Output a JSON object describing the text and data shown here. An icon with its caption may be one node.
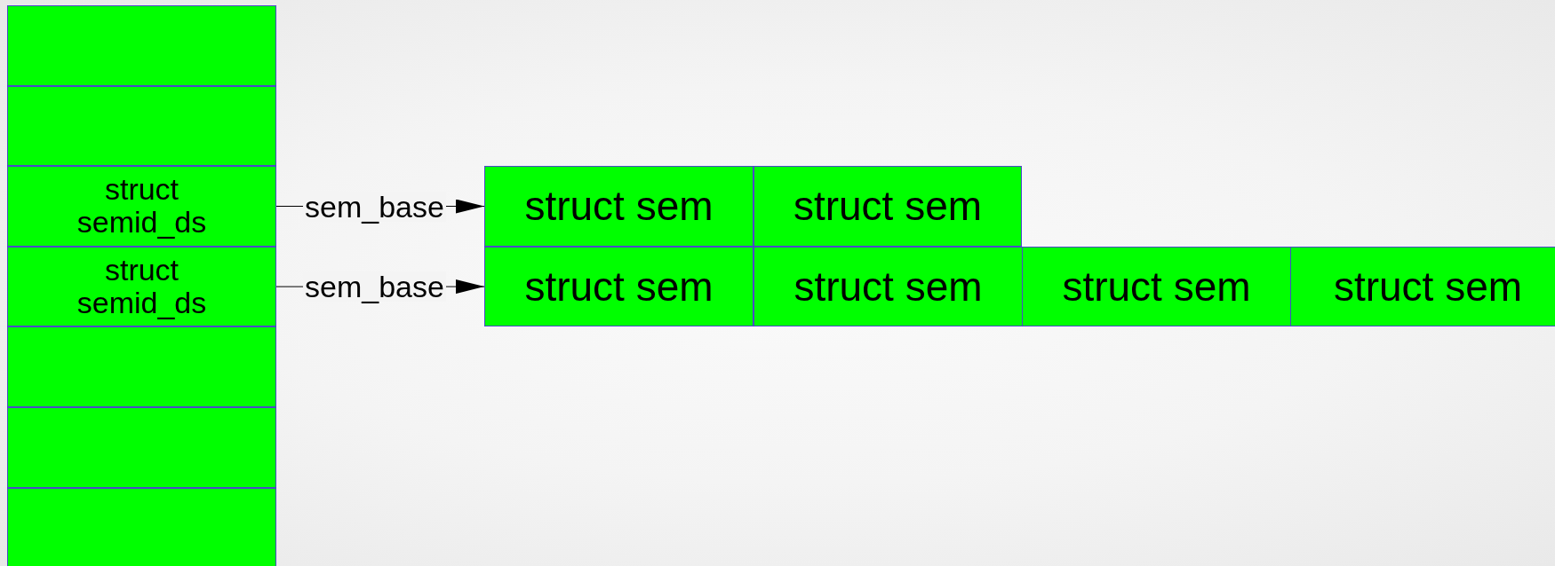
{
  "diagram": {
    "nodes": [
      {
        "text": [],
        "shape": "box"
      },
      {
        "text": [],
        "shape": "box"
      },
      {
        "text": [
          "struct semid_ds"
        ]
      },
      {
        "text": [
          "struct semid_ds"
        ]
      },
      {
        "text": [],
        "shape": "box"
      },
      {
        "text": [],
        "shape": "box"
      },
      {
        "text": [],
        "shape": "box"
      },
      {
        "text": [
          "struct sem"
        ]
      },
      {
        "text": [
          "struct sem"
        ]
      },
      {
        "text": [
          "struct sem"
        ]
      },
      {
        "text": [
          "struct sem"
        ]
      },
      {
        "text": [
          "struct sem"
        ]
      },
      {
        "text": [
          "struct sem"
        ]
      }
    ],
    "edges": [
      {
        "from": 2,
        "to": 7,
        "arrow": "to",
        "label": "sem_base"
      },
      {
        "from": 3,
        "to": 9,
        "arrow": "to",
        "label": "sem_base"
      }
    ]
  }
}
